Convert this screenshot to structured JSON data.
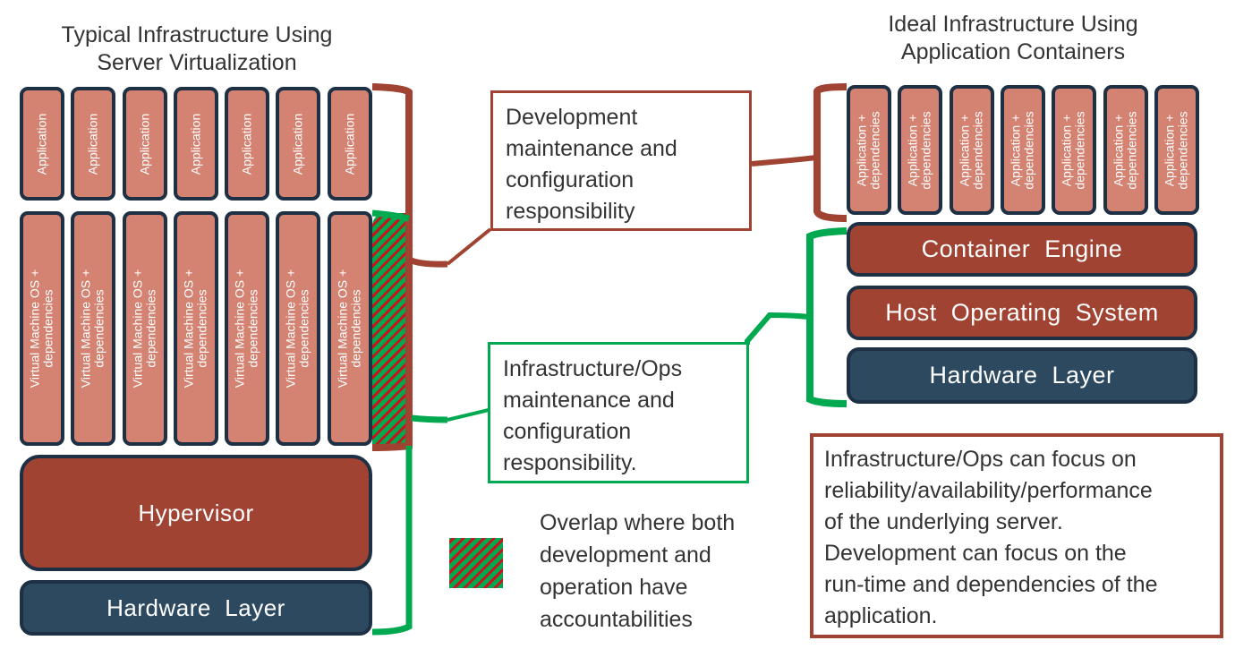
{
  "left": {
    "title_line1": "Typical Infrastructure Using",
    "title_line2": "Server Virtualization",
    "apps": [
      "Application",
      "Application",
      "Application",
      "Application",
      "Application",
      "Application",
      "Application"
    ],
    "vms": [
      {
        "line1": "Virtual Machine OS +",
        "line2": "dependencies"
      },
      {
        "line1": "Virtual Machine OS +",
        "line2": "dependencies"
      },
      {
        "line1": "Virtual Machine OS +",
        "line2": "dependencies"
      },
      {
        "line1": "Virtual Machine OS +",
        "line2": "dependencies"
      },
      {
        "line1": "Virtual Machine OS +",
        "line2": "dependencies"
      },
      {
        "line1": "Virtual Machine OS +",
        "line2": "dependencies"
      },
      {
        "line1": "Virtual Machine OS +",
        "line2": "dependencies"
      }
    ],
    "hypervisor": "Hypervisor",
    "hardware": "Hardware  Layer"
  },
  "right": {
    "title_line1": "Ideal Infrastructure Using",
    "title_line2": "Application Containers",
    "apps": [
      {
        "line1": "Application +",
        "line2": "dependencies"
      },
      {
        "line1": "Application +",
        "line2": "dependencies"
      },
      {
        "line1": "Application +",
        "line2": "dependencies"
      },
      {
        "line1": "Application +",
        "line2": "dependencies"
      },
      {
        "line1": "Application +",
        "line2": "dependencies"
      },
      {
        "line1": "Application +",
        "line2": "dependencies"
      },
      {
        "line1": "Application +",
        "line2": "dependencies"
      }
    ],
    "container_engine": "Container  Engine",
    "host_os": "Host  Operating  System",
    "hardware": "Hardware  Layer"
  },
  "callouts": {
    "development": [
      "Development",
      "maintenance and",
      "configuration",
      "responsibility"
    ],
    "infrastructure": [
      "Infrastructure/Ops",
      "maintenance and",
      "configuration",
      "responsibility."
    ],
    "summary": [
      "Infrastructure/Ops can focus on",
      "reliability/availability/performance",
      "of the underlying server.",
      "Development can focus on the",
      "run-time and dependencies of the",
      "application."
    ]
  },
  "legend": {
    "overlap": [
      "Overlap where both",
      "development and",
      "operation have",
      "accountabilities"
    ]
  },
  "colors": {
    "development": "#a04332",
    "operations": "#00a94f",
    "app_fill": "#d48372",
    "hardware": "#2c4960",
    "border": "#1d3044",
    "hatch_red": "#c8151b"
  }
}
